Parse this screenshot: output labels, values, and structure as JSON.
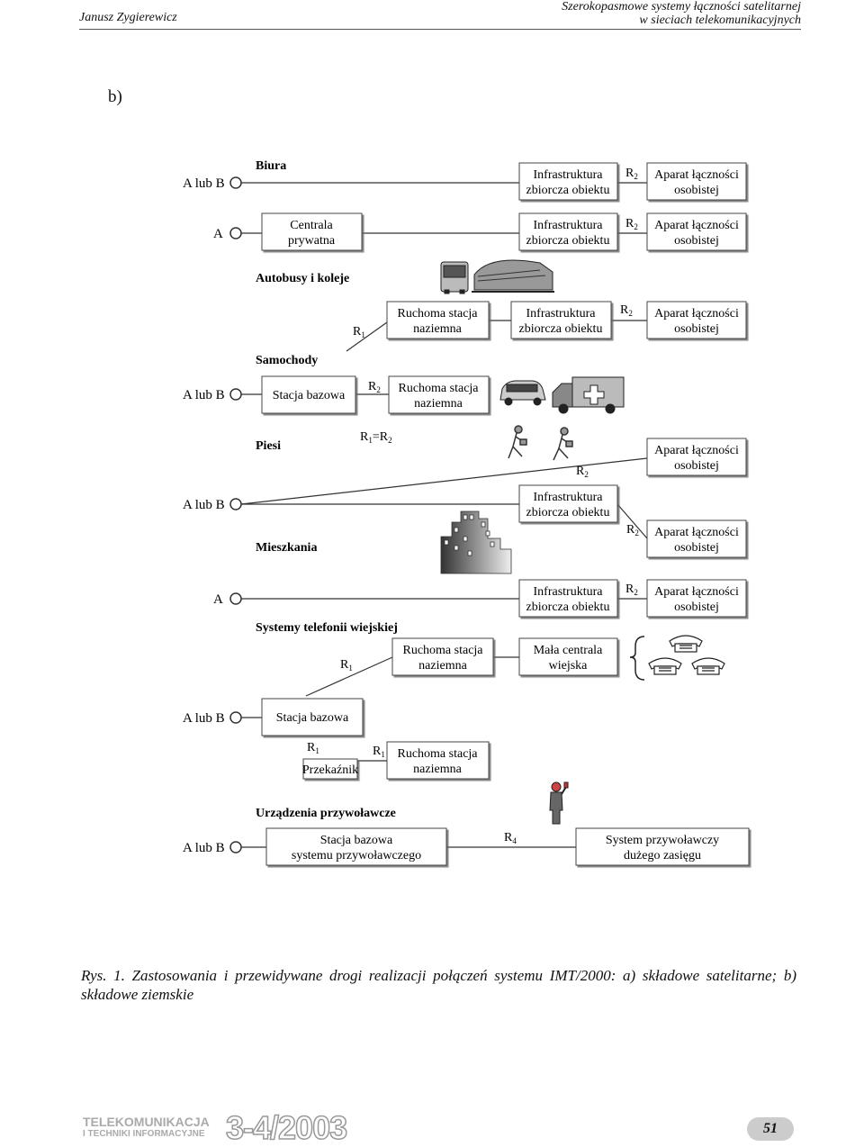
{
  "header": {
    "author": "Janusz Zygierewicz",
    "title_line1": "Szerokopasmowe systemy łączności satelitarnej",
    "title_line2": "w sieciach telekomunikacyjnych"
  },
  "subfigure_label": "b)",
  "figure": {
    "sources": {
      "a_lub_b": "A lub B",
      "a": "A"
    },
    "sections": {
      "biura": "Biura",
      "autobusy": "Autobusy i koleje",
      "samochody": "Samochody",
      "piesi": "Piesi",
      "mieszkania": "Mieszkania",
      "telefonia": "Systemy telefonii wiejskiej",
      "przywolawcze": "Urządzenia przywoławcze"
    },
    "boxes": {
      "infra_l1": "Infrastruktura",
      "infra_l2": "zbiorcza obiektu",
      "aparat_l1": "Aparat łączności",
      "aparat_l2": "osobistej",
      "centrala_l1": "Centrala",
      "centrala_l2": "prywatna",
      "ruchoma_l1": "Ruchoma stacja",
      "ruchoma_l2": "naziemna",
      "stacja_bazowa": "Stacja bazowa",
      "mala_l1": "Mała centrala",
      "mala_l2": "wiejska",
      "przekaznik": "Przekaźnik",
      "sb_przyw_l1": "Stacja bazowa",
      "sb_przyw_l2": "systemu przywoławczego",
      "sys_przyw_l1": "System przywoławczy",
      "sys_przyw_l2": "dużego zasięgu"
    },
    "link_labels": {
      "r": "R",
      "r1_sub": "1",
      "r2_sub": "2",
      "r4_sub": "4",
      "eq": "="
    },
    "icons": [
      "bus-icon",
      "train-icon",
      "car-icon",
      "ambulance-icon",
      "pedestrian-icon",
      "buildings-icon",
      "telephone-icon",
      "pager-user-icon",
      "brace-icon"
    ]
  },
  "caption": {
    "label": "Rys. 1.",
    "text": "Zastosowania i przewidywane drogi realizacji połączeń systemu IMT/2000: a) składowe satelitarne; b) składowe ziemskie"
  },
  "footer": {
    "brand_line1": "TELEKOMUNIKACJA",
    "brand_line2": "I TECHNIKI INFORMACYJNE",
    "issue": "3-4/2003",
    "page_number": "51"
  }
}
